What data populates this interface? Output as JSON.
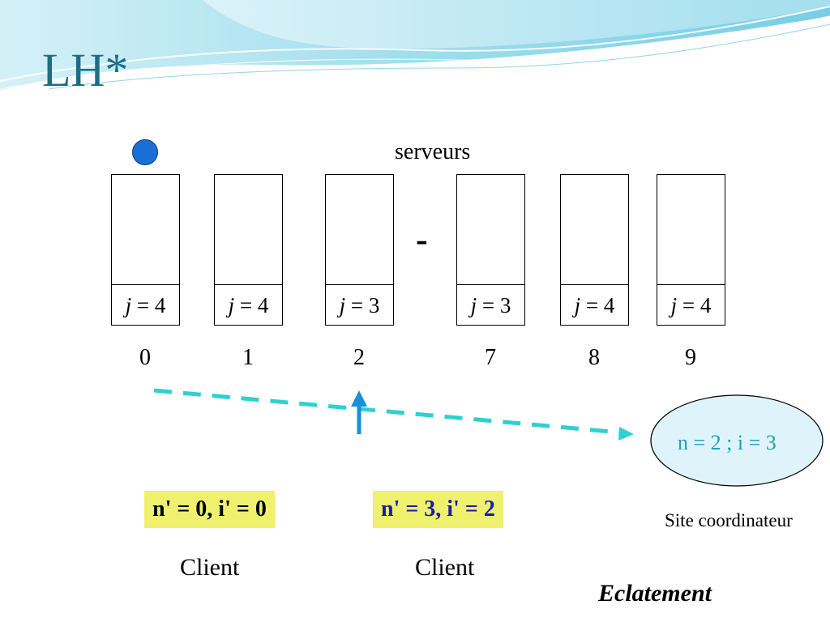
{
  "slide": {
    "title": "LH*",
    "servers_label": "serveurs",
    "ellipsis": "-",
    "servers": [
      {
        "j_var": "j",
        "j_rest": " = 4",
        "index": "0"
      },
      {
        "j_var": "j",
        "j_rest": " = 4",
        "index": "1"
      },
      {
        "j_var": "j",
        "j_rest": " = 3",
        "index": "2"
      },
      {
        "j_var": "j",
        "j_rest": " = 3",
        "index": "7"
      },
      {
        "j_var": "j",
        "j_rest": " = 4",
        "index": "8"
      },
      {
        "j_var": "j",
        "j_rest": " = 4",
        "index": "9"
      }
    ],
    "coordinator": {
      "state": "n = 2 ; i = 3",
      "label": "Site coordinateur"
    },
    "clients": [
      {
        "image": "n' = 0, i' = 0",
        "label": "Client",
        "text_color": "#000000"
      },
      {
        "image": "n' = 3, i' = 2",
        "label": "Client",
        "text_color": "#1c1ca8"
      }
    ],
    "caption": "Eclatement"
  },
  "colors": {
    "title": "#1c6e86",
    "token": "#1a6fd6",
    "dashed_arrow": "#2fd0d0",
    "up_arrow": "#1a8fd6",
    "client_box": "#eef06e",
    "coordinator_text": "#1aa3b8"
  },
  "icons": {
    "token": "blue-circle",
    "arrow_up": "arrow-up-icon",
    "arrow_right": "arrow-right-icon"
  }
}
